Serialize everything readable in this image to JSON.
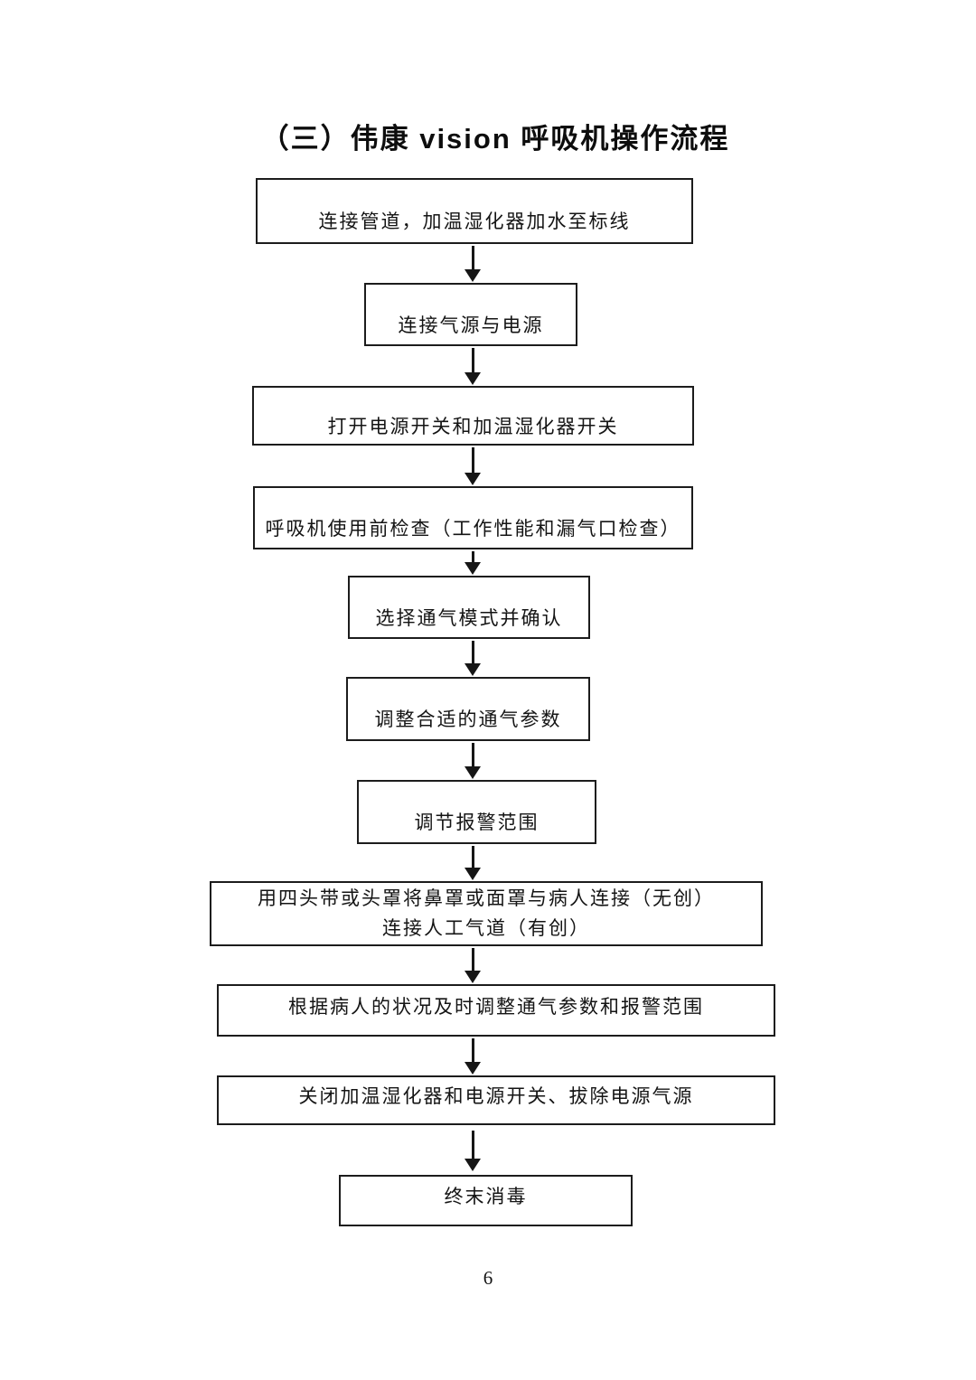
{
  "page": {
    "title": "（三）伟康 vision 呼吸机操作流程",
    "page_number": "6"
  },
  "flowchart": {
    "steps": [
      "连接管道，加温湿化器加水至标线",
      "连接气源与电源",
      "打开电源开关和加温湿化器开关",
      "呼吸机使用前检查（工作性能和漏气口检查）",
      "选择通气模式并确认",
      "调整合适的通气参数",
      "调节报警范围",
      "用四头带或头罩将鼻罩或面罩与病人连接（无创）\n连接人工气道（有创）",
      "根据病人的状况及时调整通气参数和报警范围",
      "关闭加温湿化器和电源开关、拔除电源气源",
      "终末消毒"
    ]
  }
}
